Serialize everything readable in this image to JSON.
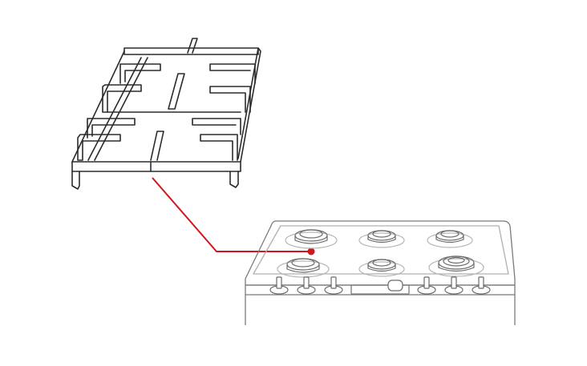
{
  "colors": {
    "background": "#ffffff",
    "grate_stroke": "#2b2b2b",
    "range_stroke": "#7a7a7a",
    "burner_stroke": "#6a6a6a",
    "leader_line": "#d0161c"
  },
  "icons": {
    "grate": "cooktop-grate-illustration",
    "range": "gas-range-cooktop-illustration",
    "callout": "callout-leader-line"
  }
}
